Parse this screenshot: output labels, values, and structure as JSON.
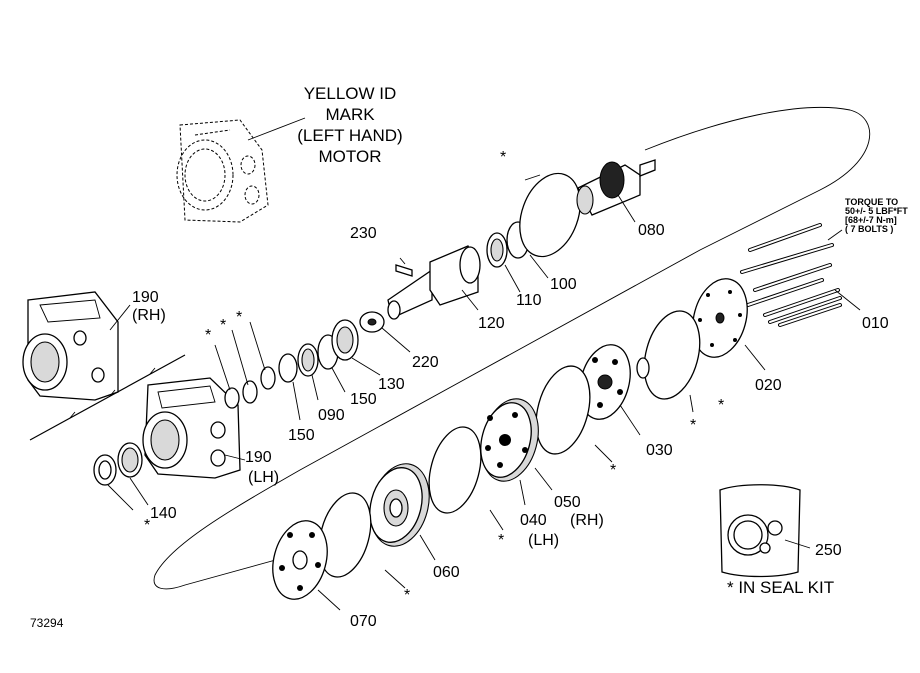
{
  "figure_id": "73294",
  "note_left_hand": [
    "YELLOW ID",
    "MARK",
    "(LEFT HAND)",
    "MOTOR"
  ],
  "torque_note": [
    "TORQUE TO",
    "50+/- 5 LBF*FT",
    "[68+/-7 N-m]",
    "( 7 BOLTS )"
  ],
  "seal_kit_note": "* IN SEAL KIT",
  "asterisk": "*",
  "callouts": {
    "p010": "010",
    "p020": "020",
    "p030": "030",
    "p040": "040",
    "p040_side": "(LH)",
    "p050": "050",
    "p050_side": "(RH)",
    "p060": "060",
    "p070": "070",
    "p080": "080",
    "p090": "090",
    "p100": "100",
    "p110": "110",
    "p120": "120",
    "p130": "130",
    "p140": "140",
    "p150a": "150",
    "p150b": "150",
    "p190rh": "190",
    "p190rh_side": "(RH)",
    "p190lh": "190",
    "p190lh_side": "(LH)",
    "p220": "220",
    "p230": "230",
    "p250": "250"
  }
}
